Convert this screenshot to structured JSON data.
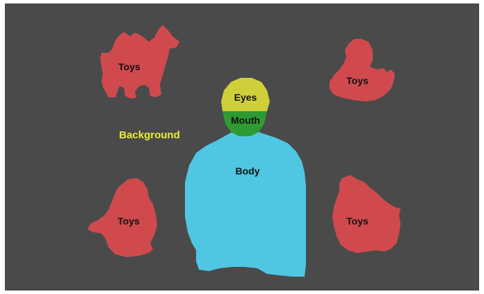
{
  "labels": {
    "background": "Background",
    "eyes": "Eyes",
    "mouth": "Mouth",
    "body": "Body",
    "toys_top_left": "Toys",
    "toys_top_right": "Toys",
    "toys_bottom_left": "Toys",
    "toys_bottom_right": "Toys"
  },
  "colors": {
    "background": "#4a4a4a",
    "frame": "#ffffff",
    "toys": "#d04a4d",
    "eyes": "#cfcf3c",
    "mouth": "#2f9a33",
    "body": "#4fc7e3",
    "background_label": "#eded3b",
    "region_label": "#111111"
  }
}
